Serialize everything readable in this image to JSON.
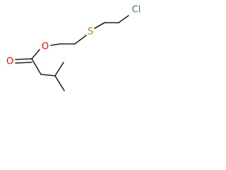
{
  "molecule": {
    "atoms": {
      "oxygen_ester": {
        "symbol": "O",
        "color": "#ff0000"
      },
      "oxygen_carbonyl": {
        "symbol": "O",
        "color": "#ff0000"
      },
      "sulfur": {
        "symbol": "S",
        "color": "#b8860b"
      },
      "chlorine": {
        "symbol": "Cl",
        "color": "#2e8b57"
      }
    },
    "bond_color": "#222222"
  }
}
